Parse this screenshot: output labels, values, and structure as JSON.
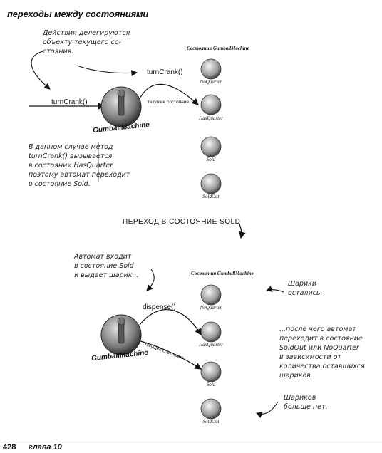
{
  "header": {
    "title": "переходы между состояниями"
  },
  "top": {
    "note_delegate": [
      "Действия делегируются",
      "объекту текущего со-",
      "стояния."
    ],
    "call_outer": "turnCrank()",
    "call_inner": "turnCrank()",
    "machine_label": "GumballMachine",
    "current_state_label": "текущее состояние",
    "states_title": "Состояния GumballMachine",
    "states": [
      "NoQuarter",
      "HasQuarter",
      "Sold",
      "SoldOut"
    ],
    "explain": [
      "В данном случае метод",
      "turnCrank() вызывается",
      "в состоянии HasQuarter,",
      "поэтому автомат переходит",
      "в состояние Sold."
    ]
  },
  "transition": {
    "text": "ПЕРЕХОД В СОСТОЯНИЕ SOLD"
  },
  "bottom": {
    "note_enter": [
      "Автомат входит",
      "в состояние Sold",
      "и выдает шарик..."
    ],
    "call": "dispense()",
    "machine_label": "GumballMachine",
    "current_state_label": "текущее состояние",
    "states_title": "Состояния GumballMachine",
    "states": [
      "NoQuarter",
      "HasQuarter",
      "Sold",
      "SoldOut"
    ],
    "note_remaining": [
      "Шарики",
      "остались."
    ],
    "note_after": [
      "...после чего автомат",
      "переходит в состояние",
      "SoldOut или NoQuarter",
      "в зависимости от",
      "количества оставшихся",
      "шариков."
    ],
    "note_none": [
      "Шариков",
      "больше нет."
    ]
  },
  "footer": {
    "page": "428",
    "chapter": "глава 10"
  }
}
